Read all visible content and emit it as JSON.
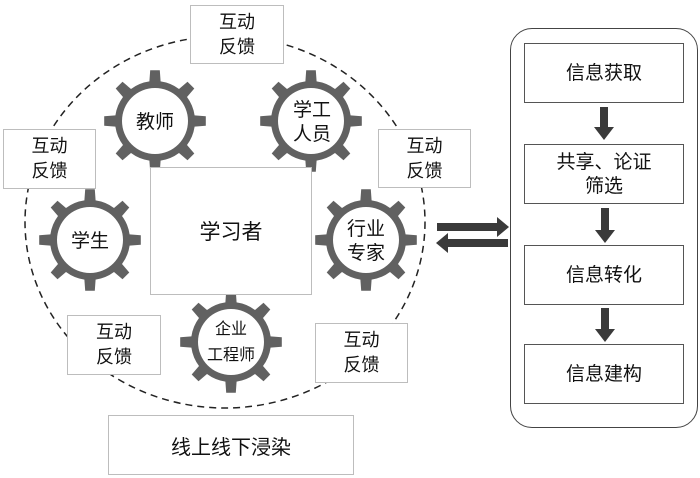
{
  "diagram": {
    "center_label": "学习者",
    "bottom_label": "线上线下浸染",
    "feedback_label_line1": "互动",
    "feedback_label_line2": "反馈",
    "gears": [
      {
        "lines": [
          "教师"
        ]
      },
      {
        "lines": [
          "学工",
          "人员"
        ]
      },
      {
        "lines": [
          "学生"
        ]
      },
      {
        "lines": [
          "行业",
          "专家"
        ]
      },
      {
        "lines": [
          "企业",
          "工程师"
        ]
      }
    ],
    "flow_steps": [
      {
        "lines": [
          "信息获取"
        ]
      },
      {
        "lines": [
          "共享、论证",
          "筛选"
        ]
      },
      {
        "lines": [
          "信息转化"
        ]
      },
      {
        "lines": [
          "信息建构"
        ]
      }
    ],
    "colors": {
      "gear": "#616161",
      "arrow": "#3a3a3a",
      "box_border": "#bdbdbd",
      "dashed_circle": "#222222"
    }
  }
}
